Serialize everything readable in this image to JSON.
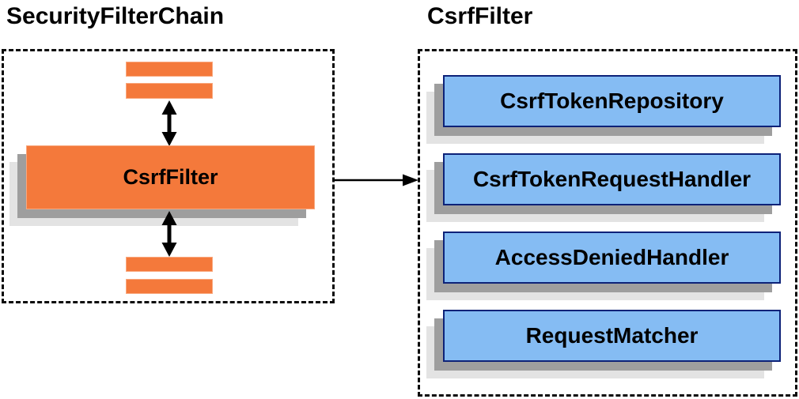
{
  "diagram": {
    "left": {
      "title": "SecurityFilterChain",
      "csrf_filter_label": "CsrfFilter"
    },
    "right": {
      "title": "CsrfFilter",
      "components": [
        "CsrfTokenRepository",
        "CsrfTokenRequestHandler",
        "AccessDeniedHandler",
        "RequestMatcher"
      ]
    },
    "colors": {
      "orange_fill": "#F4793B",
      "blue_fill": "#85BCF3",
      "blue_border": "#0D2278",
      "shadow_dark": "#9E9E9E",
      "shadow_light": "#E3E3E3",
      "arrow_color": "#000000",
      "dashed_border": "#0A0A0A"
    }
  }
}
